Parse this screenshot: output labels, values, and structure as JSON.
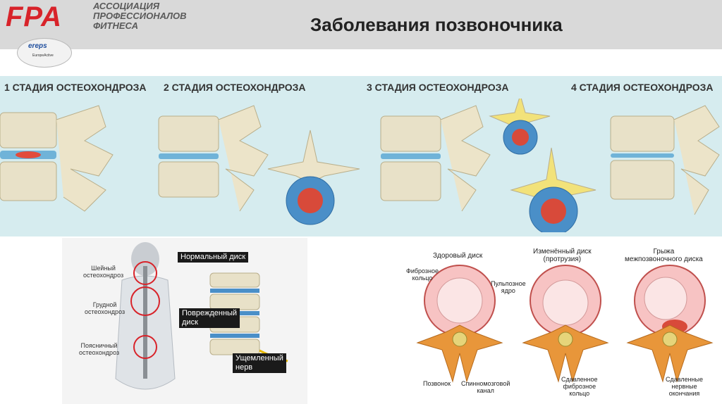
{
  "header": {
    "logo": "FPA",
    "association": [
      "АССОЦИАЦИЯ",
      "ПРОФЕССИОНАЛОВ",
      "ФИТНЕСА"
    ],
    "ereps": "ereps",
    "ereps_sub": "EuropeActive",
    "title": "Заболевания позвоночника"
  },
  "stages": [
    "1 СТАДИЯ ОСТЕОХОНДРОЗА",
    "2 СТАДИЯ ОСТЕОХОНДРОЗА",
    "3 СТАДИЯ ОСТЕОХОНДРОЗА",
    "4 СТАДИЯ ОСТЕОХОНДРОЗА"
  ],
  "left_panel": {
    "cervical": [
      "Шейный",
      "остеохондроз"
    ],
    "thoracic": [
      "Грудной",
      "остеохондроз"
    ],
    "lumbar": [
      "Поясничный",
      "остеохондроз"
    ],
    "normal_disc": "Нормальный диск",
    "damaged_disc": [
      "Поврежденный",
      "диск"
    ],
    "pinched_nerve": [
      "Ущемленный",
      "нерв"
    ]
  },
  "right_panel": {
    "healthy": "Здоровый диск",
    "changed": [
      "Изменённый диск",
      "(протрузия)"
    ],
    "hernia": [
      "Грыжа",
      "межпозвоночного диска"
    ],
    "fibrous_ring": [
      "Фиброзное",
      "кольцо"
    ],
    "nucleus": [
      "Пульпозное",
      "ядро"
    ],
    "vertebra": "Позвонок",
    "spinal_canal": [
      "Спинномозговой",
      "канал"
    ],
    "compressed_ring": [
      "Сдавленное",
      "фиброзное",
      "кольцо"
    ],
    "compressed_nerves": [
      "Сдавленные",
      "нервные",
      "окончания"
    ]
  },
  "colors": {
    "brand_red": "#d8232a",
    "header_gray": "#d9d9d9",
    "band": "#d6ecef"
  }
}
